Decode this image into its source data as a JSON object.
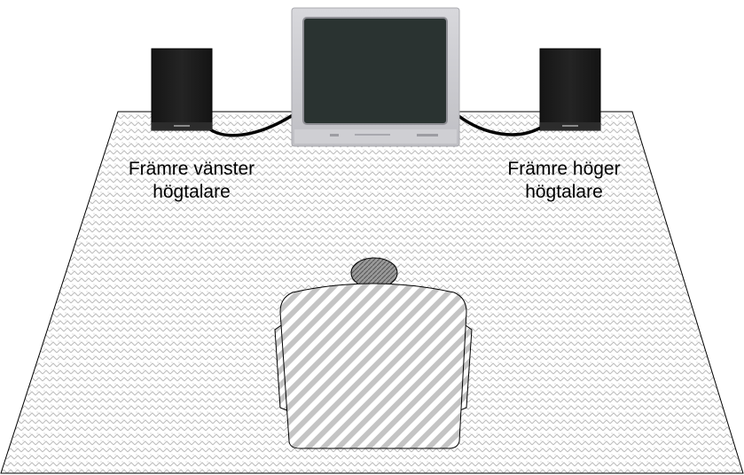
{
  "labels": {
    "front_left": {
      "line1": "Främre vänster",
      "line2": "högtalare"
    },
    "front_right": {
      "line1": "Främre höger",
      "line2": "högtalare"
    }
  },
  "colors": {
    "floor_pattern": "#bdbdbd",
    "speaker_body": "#1c1c1c",
    "tv_frame": "#c9c9cd",
    "tv_screen": "#2a3331",
    "chair_stripes": "#c4c4c4",
    "head_pattern": "#6f6f6f",
    "cable": "#000000"
  }
}
